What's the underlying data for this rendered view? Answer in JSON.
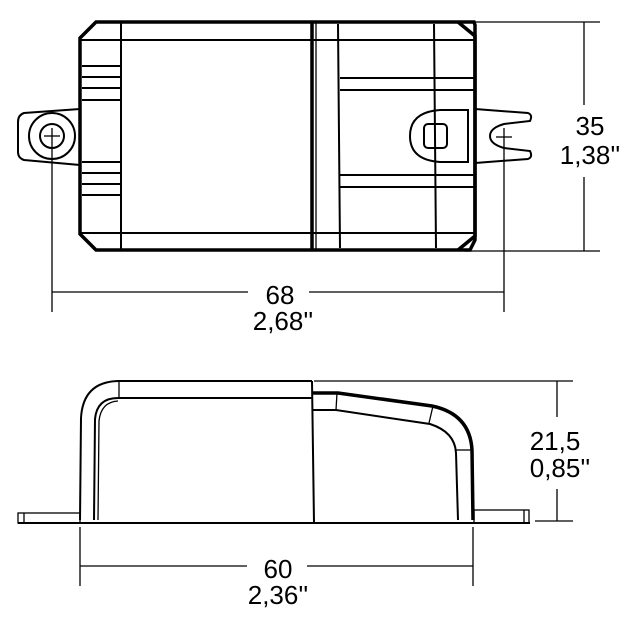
{
  "drawing": {
    "top_view": {
      "width_dimension": {
        "mm": "68",
        "inch": "2,68''"
      },
      "height_dimension": {
        "mm": "35",
        "inch": "1,38''"
      }
    },
    "side_view": {
      "width_dimension": {
        "mm": "60",
        "inch": "2,36''"
      },
      "height_dimension": {
        "mm": "21,5",
        "inch": "0,85''"
      }
    },
    "colors": {
      "line": "#000000",
      "background": "#ffffff"
    }
  }
}
